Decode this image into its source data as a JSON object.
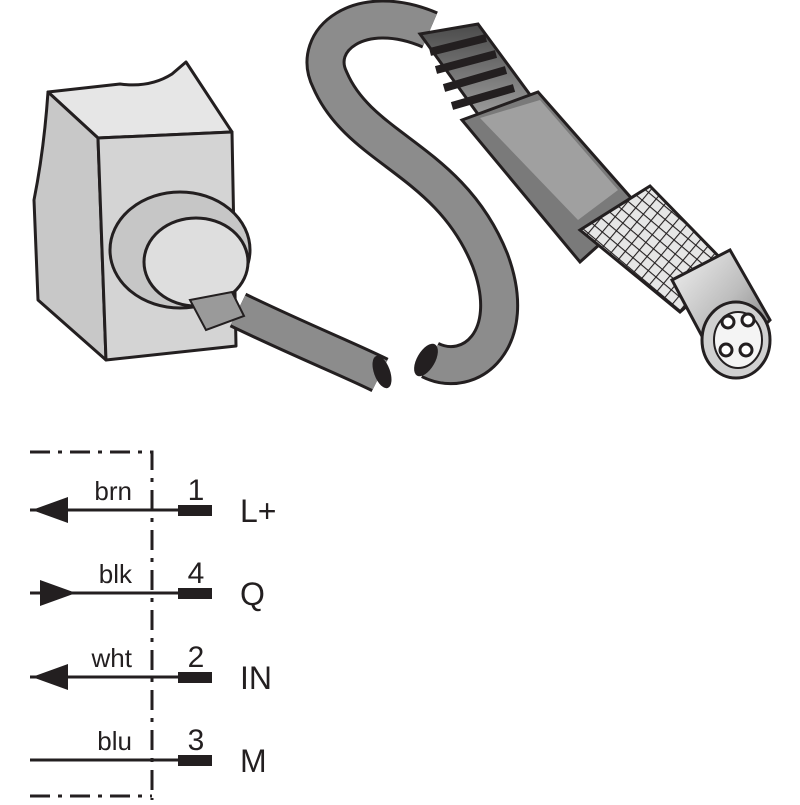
{
  "wiring": [
    {
      "color": "brn",
      "pin": "1",
      "signal": "L+",
      "direction": "out"
    },
    {
      "color": "blk",
      "pin": "4",
      "signal": "Q",
      "direction": "in"
    },
    {
      "color": "wht",
      "pin": "2",
      "signal": "IN",
      "direction": "out"
    },
    {
      "color": "blu",
      "pin": "3",
      "signal": "M",
      "direction": "none"
    }
  ],
  "palette": {
    "line": "#231f20",
    "cable": "#8c8c8c",
    "housing": "#d9d9d9",
    "metal": "#bfbfbf",
    "shadow": "#5a5a5a"
  }
}
